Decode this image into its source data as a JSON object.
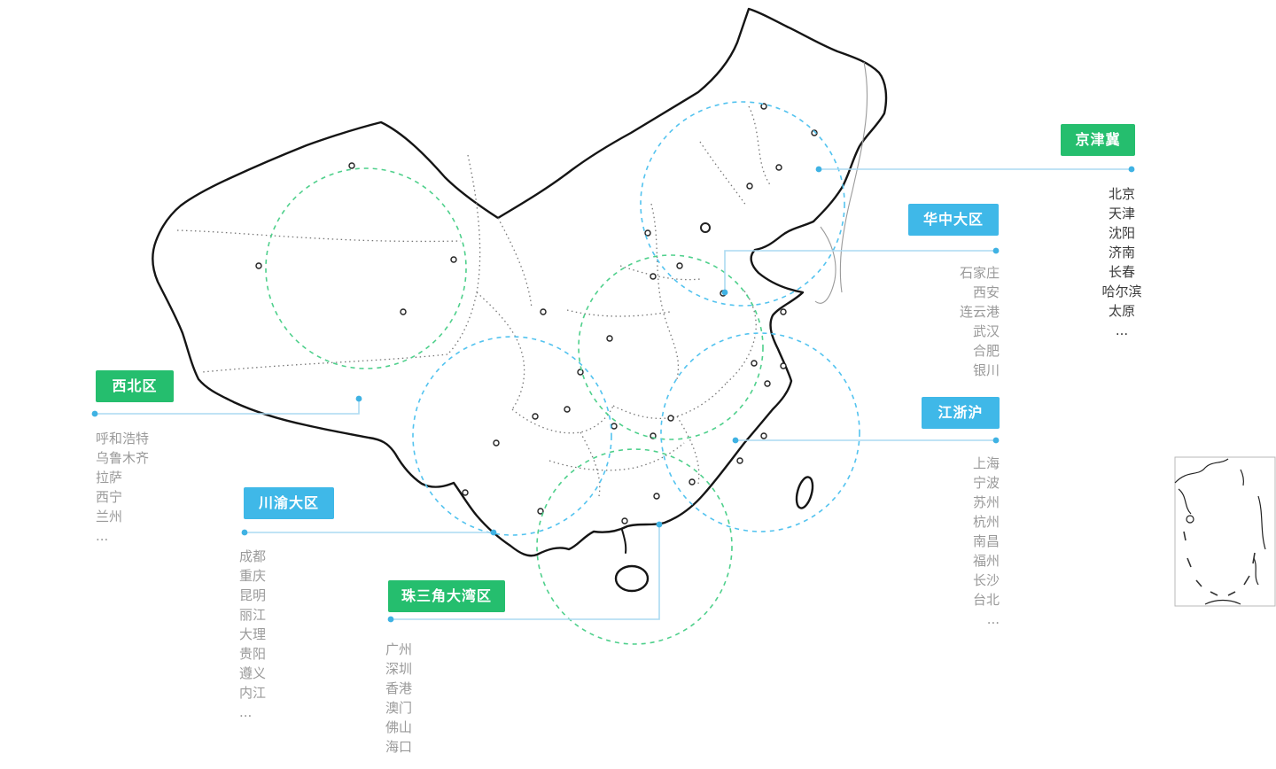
{
  "page": {
    "background": "#ffffff"
  },
  "colors": {
    "badge_green": "#25be6e",
    "badge_blue": "#3fb8e8",
    "circle_green": "#4fd08c",
    "circle_blue": "#53c3ef",
    "connector_line": "#abdaf2",
    "connector_dot": "#3fb2e3",
    "map_outline": "#151515",
    "province_line": "#777777",
    "city_text_gray": "#9a9a9a",
    "city_text_dark": "#3a3a3a"
  },
  "regions": [
    {
      "id": "jingjinji",
      "label": "京津冀",
      "badge_color": "green",
      "cities": [
        "北京",
        "天津",
        "沈阳",
        "济南",
        "长春",
        "哈尔滨",
        "太原",
        "..."
      ]
    },
    {
      "id": "huazhong",
      "label": "华中大区",
      "badge_color": "blue",
      "cities": [
        "石家庄",
        "西安",
        "连云港",
        "武汉",
        "合肥",
        "银川"
      ]
    },
    {
      "id": "xibei",
      "label": "西北区",
      "badge_color": "green",
      "cities": [
        "呼和浩特",
        "乌鲁木齐",
        "拉萨",
        "西宁",
        "兰州",
        "..."
      ]
    },
    {
      "id": "chuanyu",
      "label": "川渝大区",
      "badge_color": "blue",
      "cities": [
        "成都",
        "重庆",
        "昆明",
        "丽江",
        "大理",
        "贵阳",
        "遵义",
        "内江",
        "..."
      ]
    },
    {
      "id": "zhusanjiao",
      "label": "珠三角大湾区",
      "badge_color": "green",
      "cities": [
        "广州",
        "深圳",
        "香港",
        "澳门",
        "佛山",
        "海口",
        "..."
      ]
    },
    {
      "id": "jiangzhehu",
      "label": "江浙沪",
      "badge_color": "blue",
      "cities": [
        "上海",
        "宁波",
        "苏州",
        "杭州",
        "南昌",
        "福州",
        "长沙",
        "台北",
        "..."
      ]
    }
  ]
}
